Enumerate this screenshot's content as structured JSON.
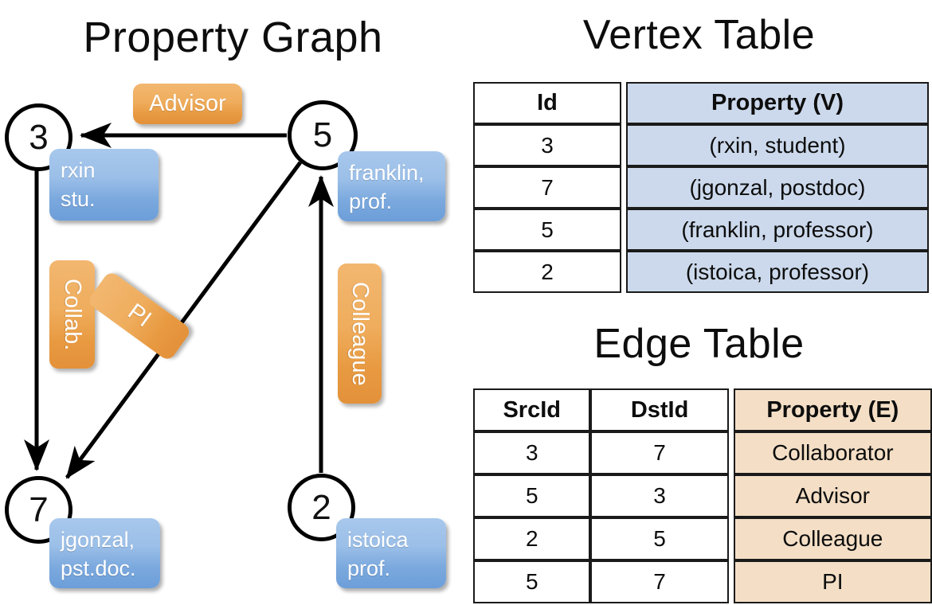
{
  "titles": {
    "property_graph": "Property Graph",
    "vertex_table": "Vertex Table",
    "edge_table": "Edge Table"
  },
  "graph": {
    "nodes": [
      {
        "id": "3",
        "property": "rxin\nstu."
      },
      {
        "id": "5",
        "property": "franklin,\nprof."
      },
      {
        "id": "7",
        "property": "jgonzal,\npst.doc."
      },
      {
        "id": "2",
        "property": "istoica\nprof."
      }
    ],
    "node_labels": {
      "n3": "3",
      "n5": "5",
      "n7": "7",
      "n2": "2"
    },
    "property_boxes": {
      "rxin_line1": "rxin",
      "rxin_line2": "stu.",
      "franklin_line1": "franklin,",
      "franklin_line2": "prof.",
      "jgonzal_line1": "jgonzal,",
      "jgonzal_line2": "pst.doc.",
      "istoica_line1": "istoica",
      "istoica_line2": "prof."
    },
    "edge_labels": {
      "advisor": "Advisor",
      "collab": "Collab.",
      "pi": "PI",
      "colleague": "Colleague"
    },
    "edges": [
      {
        "from": "5",
        "to": "3",
        "label": "Advisor"
      },
      {
        "from": "3",
        "to": "7",
        "label": "Collab."
      },
      {
        "from": "5",
        "to": "7",
        "label": "PI"
      },
      {
        "from": "2",
        "to": "5",
        "label": "Colleague"
      }
    ]
  },
  "vertex_table": {
    "columns": [
      "Id",
      "Property (V)"
    ],
    "rows": [
      {
        "id": "3",
        "property": "(rxin, student)"
      },
      {
        "id": "7",
        "property": "(jgonzal, postdoc)"
      },
      {
        "id": "5",
        "property": "(franklin, professor)"
      },
      {
        "id": "2",
        "property": "(istoica, professor)"
      }
    ]
  },
  "edge_table": {
    "columns": [
      "SrcId",
      "DstId",
      "Property (E)"
    ],
    "rows": [
      {
        "src": "3",
        "dst": "7",
        "property": "Collaborator"
      },
      {
        "src": "5",
        "dst": "3",
        "property": "Advisor"
      },
      {
        "src": "2",
        "dst": "5",
        "property": "Colleague"
      },
      {
        "src": "5",
        "dst": "7",
        "property": "PI"
      }
    ]
  },
  "colors": {
    "vertex_cell": "#ccd9ec",
    "edge_cell": "#f4dfc6",
    "node_property_box": "#7ba9de",
    "edge_label_box": "#eda a5c",
    "stroke": "#000000"
  }
}
